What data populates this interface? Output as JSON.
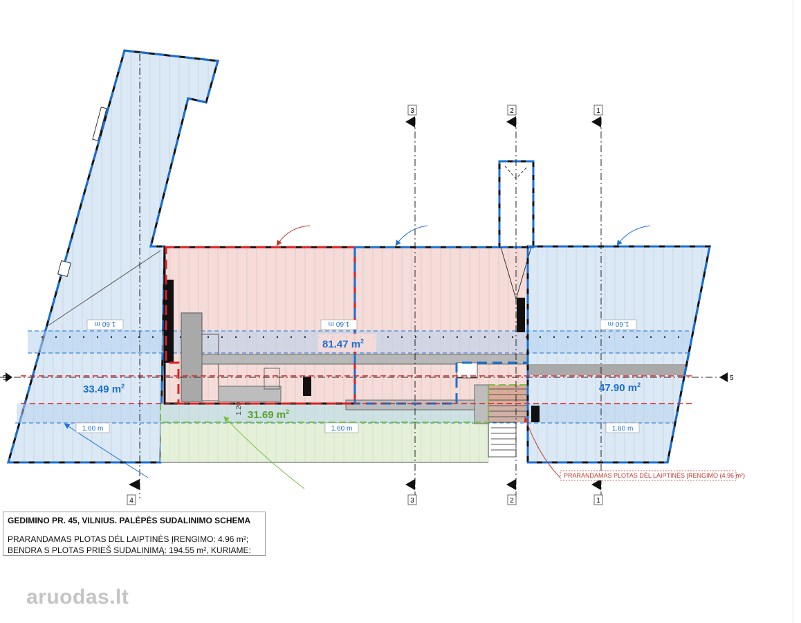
{
  "areas": {
    "a81": {
      "value": "81.47",
      "unit": "m",
      "sup": "2"
    },
    "a33": {
      "value": "33.49",
      "unit": "m",
      "sup": "2"
    },
    "a31": {
      "value": "31.69",
      "unit": "m",
      "sup": "2"
    },
    "a47": {
      "value": "47.90",
      "unit": "m",
      "sup": "2"
    }
  },
  "dimensions": {
    "top_left": "1.60 m",
    "top_center": "1.60 m",
    "top_right": "1.60 m",
    "bottom_left": "1.60 m",
    "bottom_center": "1.60 m",
    "bottom_right": "1.60 m",
    "vertical_small": "1.20"
  },
  "axes": {
    "top": [
      "3",
      "2",
      "1"
    ],
    "bottom": [
      "4",
      "3",
      "2",
      "1"
    ],
    "left": "5",
    "right": "5"
  },
  "note": "PRARANDAMAS PLOTAS DĖL LAIPTINĖS ĮRENGIMO (4.96 m²)",
  "title_block": {
    "title": "GEDIMINO PR. 45, VILNIUS. PALĖPĖS SUDALINIMO SCHEMA",
    "line1": "PRARANDAMAS PLOTAS DĖL LAIPTINĖS ĮRENGIMO: 4.96 m²;",
    "line2": "BENDRA S PLOTAS PRIEŠ SUDALINIMĄ: 194.55 m², KURIAME:"
  },
  "watermark": "aruodas.lt",
  "colors": {
    "blue_zone": "#1a6fd4",
    "red_zone": "#e02020",
    "green_zone": "#7bc043",
    "fill_blue": "#dbe9f6",
    "fill_red": "#f6dcd8",
    "fill_green": "#e4f0d8",
    "note_red": "#c0392b"
  }
}
